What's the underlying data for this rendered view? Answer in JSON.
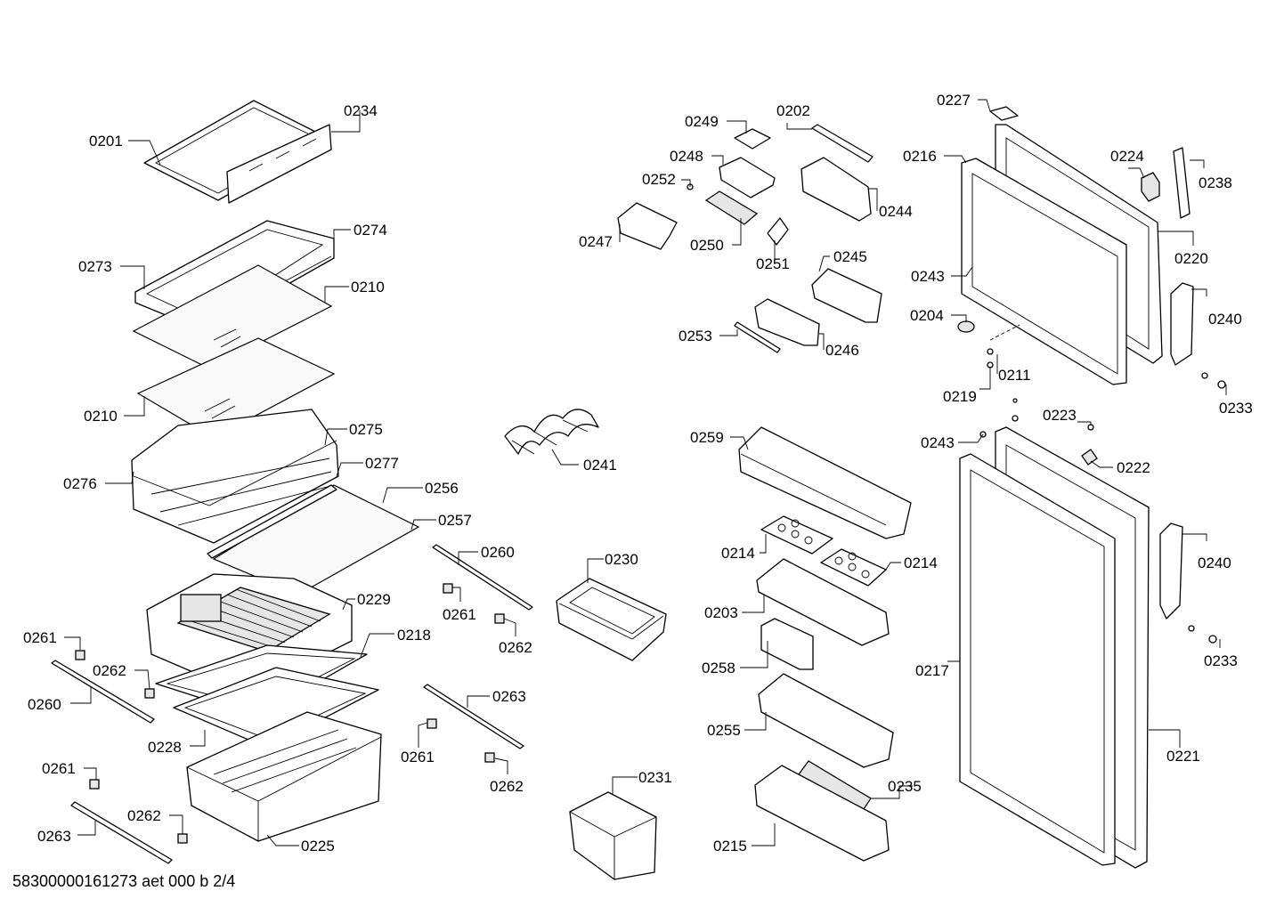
{
  "diagram": {
    "labels": [
      "0201",
      "0234",
      "0274",
      "0273",
      "0210",
      "0210",
      "0275",
      "0276",
      "0277",
      "0256",
      "0257",
      "0260",
      "0261",
      "0262",
      "0229",
      "0218",
      "0261",
      "0262",
      "0260",
      "0228",
      "0263",
      "0261",
      "0262",
      "0261",
      "0262",
      "0263",
      "0225",
      "0241",
      "0230",
      "0231",
      "0249",
      "0202",
      "0248",
      "0252",
      "0244",
      "0247",
      "0250",
      "0251",
      "0245",
      "0253",
      "0246",
      "0259",
      "0214",
      "0214",
      "0203",
      "0258",
      "0255",
      "0235",
      "0215",
      "0227",
      "0216",
      "0224",
      "0238",
      "0220",
      "0243",
      "0240",
      "0204",
      "0211",
      "0219",
      "0233",
      "0223",
      "0243",
      "0222",
      "0240",
      "0233",
      "0217",
      "0221"
    ]
  },
  "footer": "58300000161273 aet 000 b 2/4"
}
